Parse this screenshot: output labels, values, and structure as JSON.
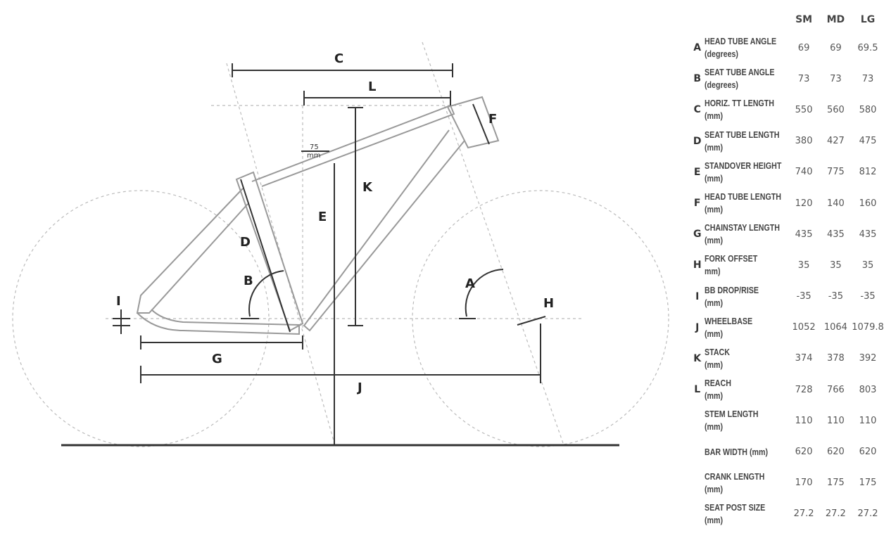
{
  "diagram": {
    "labels": {
      "A": "A",
      "B": "B",
      "C": "C",
      "D": "D",
      "E": "E",
      "F": "F",
      "G": "G",
      "H": "H",
      "I": "I",
      "J": "J",
      "K": "K",
      "L": "L"
    },
    "offset_value": "75",
    "offset_unit": "mm"
  },
  "table": {
    "sizes": [
      "SM",
      "MD",
      "LG"
    ],
    "rows": [
      {
        "letter": "A",
        "name": "HEAD TUBE ANGLE",
        "unit": "(degrees)",
        "values": [
          "69",
          "69",
          "69.5"
        ]
      },
      {
        "letter": "B",
        "name": "SEAT TUBE ANGLE",
        "unit": "(degrees)",
        "values": [
          "73",
          "73",
          "73"
        ]
      },
      {
        "letter": "C",
        "name": "HORIZ. TT LENGTH",
        "unit": "(mm)",
        "values": [
          "550",
          "560",
          "580"
        ]
      },
      {
        "letter": "D",
        "name": "SEAT TUBE LENGTH",
        "unit": "(mm)",
        "values": [
          "380",
          "427",
          "475"
        ]
      },
      {
        "letter": "E",
        "name": "STANDOVER HEIGHT",
        "unit": "(mm)",
        "values": [
          "740",
          "775",
          "812"
        ]
      },
      {
        "letter": "F",
        "name": "HEAD TUBE LENGTH",
        "unit": "(mm)",
        "values": [
          "120",
          "140",
          "160"
        ]
      },
      {
        "letter": "G",
        "name": "CHAINSTAY LENGTH",
        "unit": "(mm)",
        "values": [
          "435",
          "435",
          "435"
        ]
      },
      {
        "letter": "H",
        "name": "FORK OFFSET",
        "unit": "mm)",
        "values": [
          "35",
          "35",
          "35"
        ]
      },
      {
        "letter": "I",
        "name": "BB DROP/RISE",
        "unit": "(mm)",
        "values": [
          "-35",
          "-35",
          "-35"
        ]
      },
      {
        "letter": "J",
        "name": "WHEELBASE",
        "unit": "(mm)",
        "values": [
          "1052",
          "1064",
          "1079.8"
        ]
      },
      {
        "letter": "K",
        "name": "STACK",
        "unit": "(mm)",
        "values": [
          "374",
          "378",
          "392"
        ]
      },
      {
        "letter": "L",
        "name": "REACH",
        "unit": "(mm)",
        "values": [
          "728",
          "766",
          "803"
        ]
      },
      {
        "letter": "",
        "name": "STEM LENGTH",
        "unit": "(mm)",
        "values": [
          "110",
          "110",
          "110"
        ]
      },
      {
        "letter": "",
        "name": "BAR WIDTH (mm)",
        "unit": "",
        "values": [
          "620",
          "620",
          "620"
        ]
      },
      {
        "letter": "",
        "name": "CRANK LENGTH",
        "unit": "(mm)",
        "values": [
          "170",
          "175",
          "175"
        ]
      },
      {
        "letter": "",
        "name": "SEAT POST SIZE",
        "unit": "(mm)",
        "values": [
          "27.2",
          "27.2",
          "27.2"
        ]
      }
    ]
  }
}
